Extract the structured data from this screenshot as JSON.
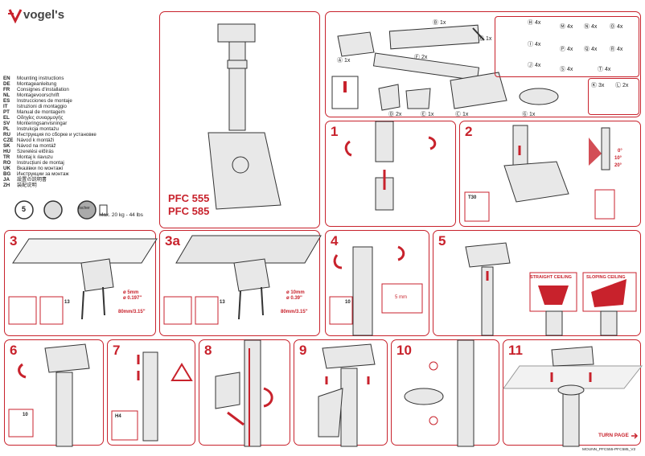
{
  "brand": {
    "name": "vogel's",
    "color": "#c8222c"
  },
  "languages": [
    {
      "code": "EN",
      "text": "Mounting instructions"
    },
    {
      "code": "DE",
      "text": "Montageanleitung"
    },
    {
      "code": "FR",
      "text": "Consignes d'installation"
    },
    {
      "code": "NL",
      "text": "Montagevoorschrift"
    },
    {
      "code": "ES",
      "text": "Instrucciones de montaje"
    },
    {
      "code": "IT",
      "text": "Istruzioni di montaggio"
    },
    {
      "code": "PT",
      "text": "Manual de montagem"
    },
    {
      "code": "EL",
      "text": "Οδηγίες συναρμογής"
    },
    {
      "code": "SV",
      "text": "Monteringsanvisningar"
    },
    {
      "code": "PL",
      "text": "Instrukcja montażu"
    },
    {
      "code": "RU",
      "text": "Инструкция по сборке и установке"
    },
    {
      "code": "CZE",
      "text": "Návod k montáži"
    },
    {
      "code": "SK",
      "text": "Návod na montáž"
    },
    {
      "code": "HU",
      "text": "Szerelési előírás"
    },
    {
      "code": "TR",
      "text": "Montaj k ılavuzu"
    },
    {
      "code": "RO",
      "text": "Instrucțiuni de montaj"
    },
    {
      "code": "UK",
      "text": "Вказівки по монтажі"
    },
    {
      "code": "BG",
      "text": "Инструкции за монтаж"
    },
    {
      "code": "JA",
      "text": "設置の説明書"
    },
    {
      "code": "ZH",
      "text": "装配说明"
    }
  ],
  "models": [
    "PFC 555",
    "PFC 585"
  ],
  "max_load": "Max. 20 kg - 44 lbs",
  "badges": {
    "years": "5",
    "fischer": "fischer"
  },
  "parts": {
    "A": "1x",
    "B": "1x",
    "C": "1x",
    "D": "2x",
    "E": "1x",
    "F": "2x",
    "G": "1x",
    "H": "4x",
    "I": "4x",
    "J": "4x",
    "K": "3x",
    "L": "2x",
    "M": "4x",
    "N": "4x",
    "O": "4x",
    "P": "4x",
    "Q": "4x",
    "R": "4x",
    "S": "4x",
    "T": "4x",
    "U": "1x"
  },
  "steps": {
    "s1": "1",
    "s2": "2",
    "s3": "3",
    "s3a": "3a",
    "s4": "4",
    "s5": "5",
    "s6": "6",
    "s7": "7",
    "s8": "8",
    "s9": "9",
    "s10": "10",
    "s11": "11"
  },
  "step2": {
    "angles": [
      "0°",
      "10°",
      "20°"
    ],
    "tool": "T30"
  },
  "step3": {
    "drill": "ø 5mm",
    "drill_in": "ø 0.197\"",
    "spacing": "80mm/3.15\"",
    "wrench": "13"
  },
  "step3a": {
    "drill": "ø 10mm",
    "drill_in": "ø 0.39\"",
    "spacing": "80mm/3.15\"",
    "wrench": "13"
  },
  "step4": {
    "wrench": "10",
    "gap": "5 mm"
  },
  "step5": {
    "straight": "STRAIGHT CEILING",
    "sloping": "SLOPING CEILING"
  },
  "step6": {
    "wrench": "10"
  },
  "step7": {
    "tool": "H4"
  },
  "step11": {
    "turn_page": "TURN PAGE"
  },
  "footer_code": "MOUNN_PFC555-PFC585_V2"
}
